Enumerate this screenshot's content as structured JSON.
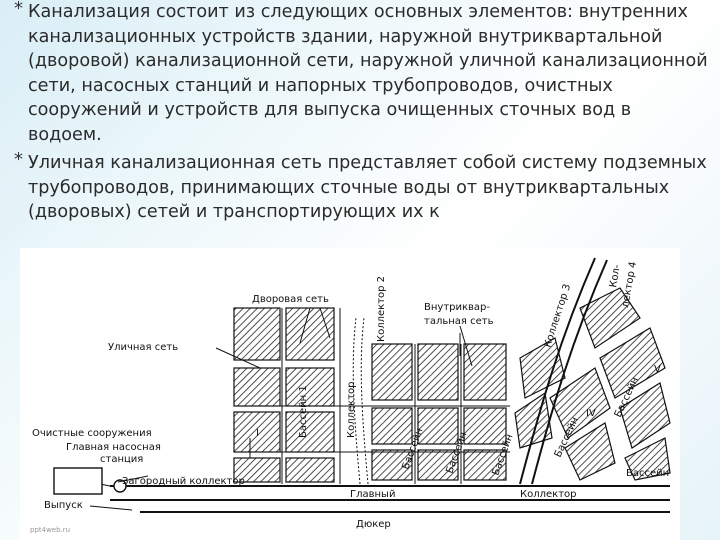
{
  "bullets": [
    {
      "symbol": "*",
      "text": "Канализация состоит из следующих основных элементов: внутренних канализационных устройств здании, наружной внутриквартальной (дворовой) канализационной сети, наружной уличной канализационной сети, насосных станций и напорных трубопроводов, очистных сооружений и устройств для выпуска очищенных сточных вод в водоем."
    },
    {
      "symbol": "*",
      "text": "Уличная канализационная сеть представляет собой систему подземных трубопроводов, принимающих сточные воды от внутриквартальных (дворовых) сетей и транспортирующих их к"
    }
  ],
  "figure": {
    "labels": {
      "yard_network": "Дворовая сеть",
      "street_network": "Уличная сеть",
      "treatment_line1": "Очистные сооружения",
      "main_pump_line1": "Главная насосная",
      "main_pump_line2": "станция",
      "suburban_collector": "Загородный коллектор",
      "outlet": "Выпуск",
      "main": "Главный",
      "collector": "Коллектор",
      "duker": "Дюкер",
      "intrablock_line1": "Внутриквар-",
      "intrablock_line2": "тальная сеть",
      "collector2": "Коллектор 2",
      "collector3": "Коллектор 3",
      "collector4_line1": "Кол-",
      "collector4_line2": "лектор 4",
      "collector_vertical": "Коллектор",
      "basin1": "Бассейн 1",
      "basin2": "Бассейн",
      "basin3": "Бассейн",
      "basin4": "Бассейн",
      "basin5": "Бассейн",
      "basin6": "Бассейн",
      "basin_end": "Бассейн",
      "roman4": "IV",
      "roman_v": "V",
      "roman1": "I"
    }
  },
  "watermark": "ppt4web.ru"
}
